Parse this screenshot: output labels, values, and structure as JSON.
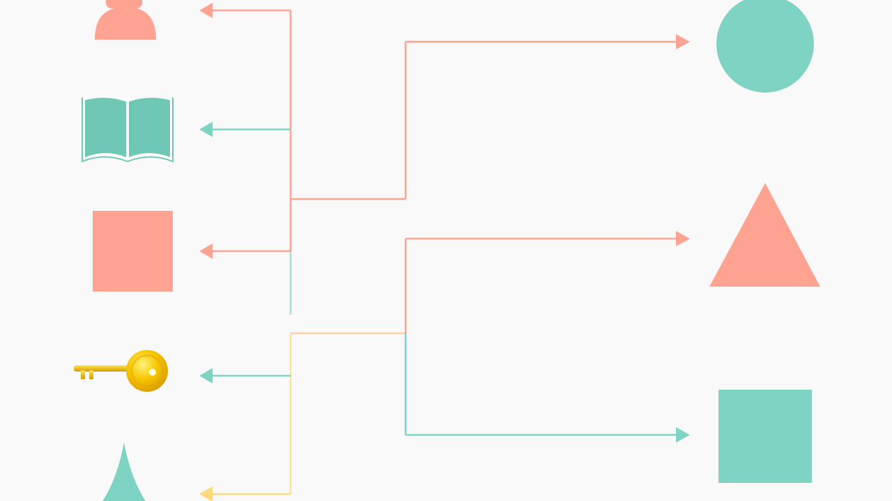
{
  "colors": {
    "coral": "#fea291",
    "teal": "#7fd3c3",
    "yellow": "#fcd97d",
    "gold": "#f5c200",
    "background": "#f9f9f9"
  },
  "left_items": [
    {
      "id": "person",
      "icon": "person-icon",
      "color": "coral",
      "arrow_color": "coral"
    },
    {
      "id": "book",
      "icon": "open-book-icon",
      "color": "teal",
      "arrow_color": "teal"
    },
    {
      "id": "square",
      "icon": "square-shape",
      "color": "coral",
      "arrow_color": "coral"
    },
    {
      "id": "key",
      "icon": "key-icon",
      "color": "gold",
      "arrow_color": "teal"
    },
    {
      "id": "cone",
      "icon": "cone-shape",
      "color": "teal",
      "arrow_color": "yellow"
    }
  ],
  "right_items": [
    {
      "id": "circle",
      "icon": "circle-shape",
      "color": "teal",
      "arrow_color": "coral"
    },
    {
      "id": "triangle",
      "icon": "triangle-shape",
      "color": "coral",
      "arrow_color": "coral"
    },
    {
      "id": "square",
      "icon": "square-shape",
      "color": "teal",
      "arrow_color": "teal"
    }
  ]
}
